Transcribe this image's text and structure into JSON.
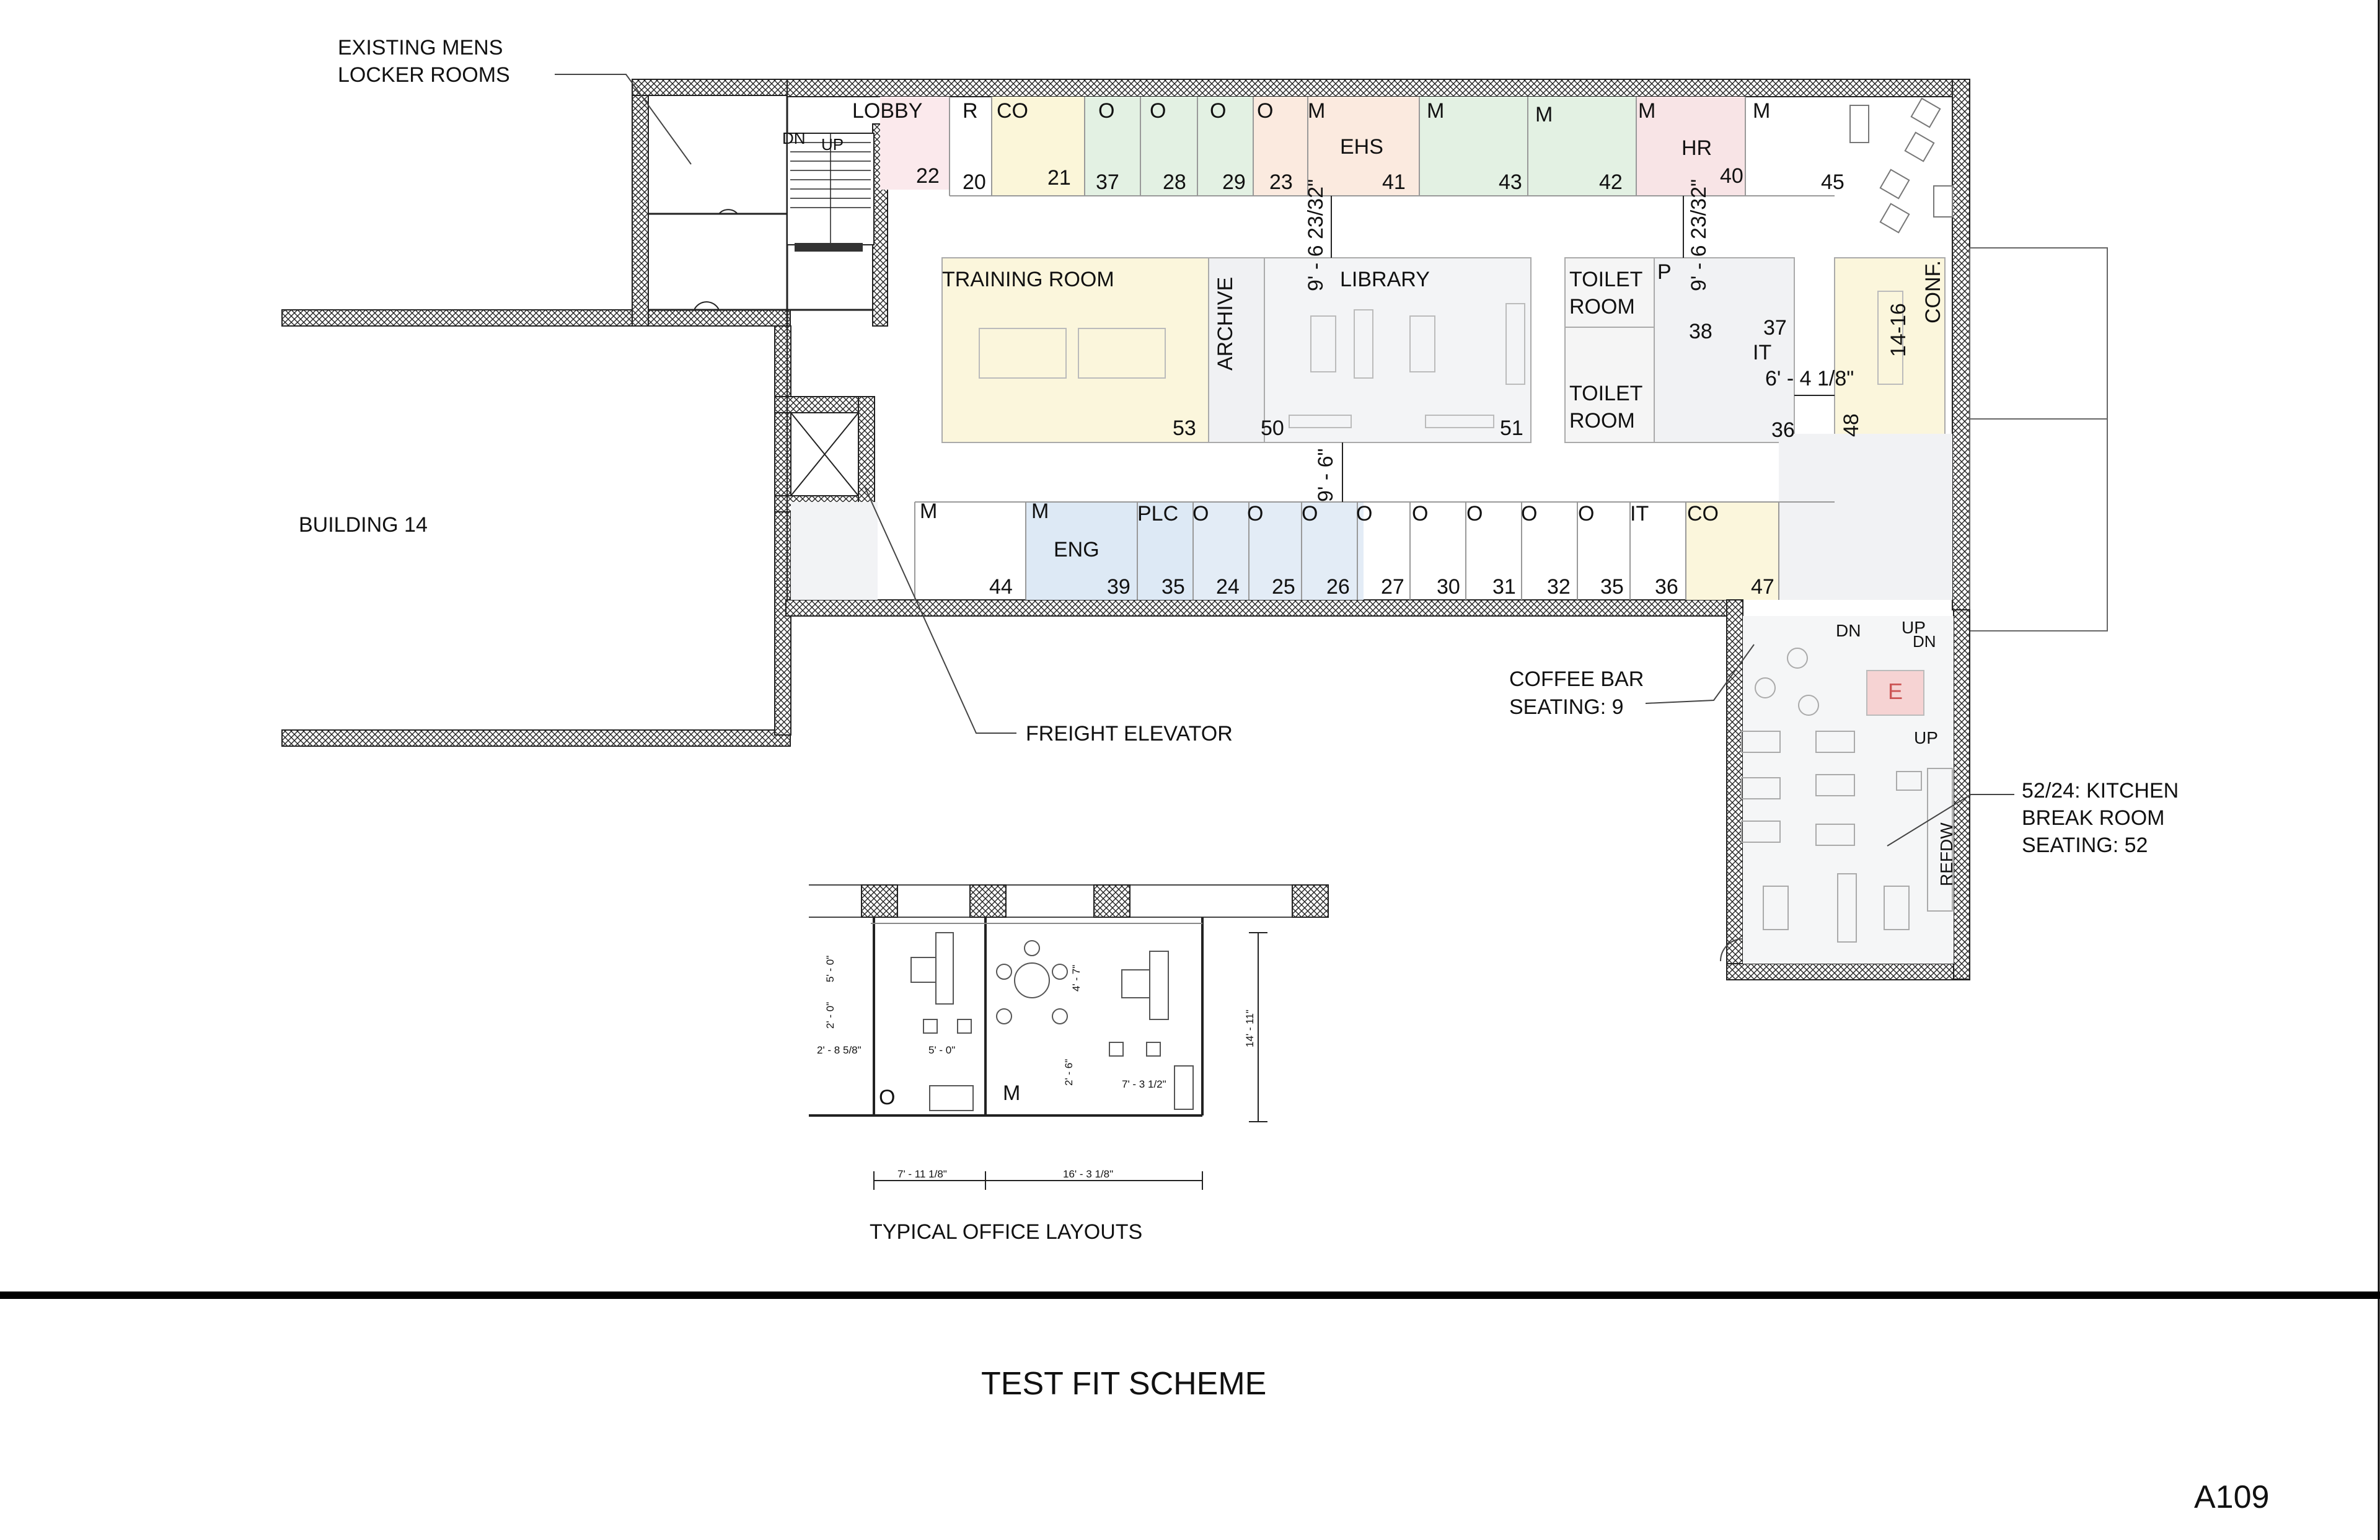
{
  "sheet": {
    "title": "TEST FIT SCHEME",
    "number": "A109"
  },
  "callouts": {
    "locker": [
      "EXISTING MENS",
      "LOCKER ROOMS"
    ],
    "building": "BUILDING 14",
    "freight": "FREIGHT ELEVATOR",
    "coffee": [
      "COFFEE BAR",
      "SEATING: 9"
    ],
    "kitchen": [
      "52/24: KITCHEN",
      "BREAK ROOM",
      "SEATING: 52"
    ],
    "typical": "TYPICAL OFFICE LAYOUTS"
  },
  "rooms_north": [
    {
      "label": "LOBBY",
      "number": "22"
    },
    {
      "label": "R",
      "number": "20"
    },
    {
      "label": "CO",
      "number": "21"
    },
    {
      "label": "O",
      "number": "37"
    },
    {
      "label": "O",
      "number": "28"
    },
    {
      "label": "O",
      "number": "29"
    },
    {
      "label": "O",
      "number": "23"
    },
    {
      "label": "M",
      "number": "41"
    },
    {
      "label": "EHS",
      "number": ""
    },
    {
      "label": "M",
      "number": "43"
    },
    {
      "label": "M",
      "number": "42"
    },
    {
      "label": "M",
      "number": ""
    },
    {
      "label": "HR",
      "number": "40"
    },
    {
      "label": "M",
      "number": "45"
    }
  ],
  "rooms_core": [
    {
      "label": "TRAINING ROOM",
      "number": "53"
    },
    {
      "label": "ARCHIVE",
      "number": "50"
    },
    {
      "label": "LIBRARY",
      "number": "51"
    },
    {
      "label": "TOILET",
      "label2": "ROOM",
      "number": ""
    },
    {
      "label": "TOILET",
      "label2": "ROOM",
      "number": ""
    },
    {
      "label": "P",
      "number": "38"
    },
    {
      "label": "IT",
      "number": "37"
    },
    {
      "label": "",
      "number": "36"
    },
    {
      "label": "CONF.",
      "number": "48"
    },
    {
      "label": "14-16",
      "number": ""
    }
  ],
  "rooms_south": [
    {
      "label": "M",
      "number": "44"
    },
    {
      "label": "M",
      "number": "39"
    },
    {
      "label": "ENG",
      "number": ""
    },
    {
      "label": "PLC",
      "number": "35"
    },
    {
      "label": "O",
      "number": "24"
    },
    {
      "label": "O",
      "number": "25"
    },
    {
      "label": "O",
      "number": "26"
    },
    {
      "label": "O",
      "number": "27"
    },
    {
      "label": "O",
      "number": "30"
    },
    {
      "label": "O",
      "number": "31"
    },
    {
      "label": "O",
      "number": "32"
    },
    {
      "label": "O",
      "number": "35"
    },
    {
      "label": "IT",
      "number": "36"
    },
    {
      "label": "CO",
      "number": "47"
    }
  ],
  "misc_labels": {
    "dn": "DN",
    "up": "UP",
    "e": "E",
    "refdw": "REFDW"
  },
  "dimensions": {
    "d1": "9' - 6 23/32\"",
    "d2": "9' - 6 23/32\"",
    "d3": "9' - 6\"",
    "d4": "6' - 4 1/8\"",
    "o_width": "7' - 11 1/8\"",
    "m_width": "16' - 3 1/8\"",
    "depth": "14' - 11\"",
    "o_desk": "5' - 0\"",
    "o_side": "2' - 8 5/8\"",
    "o_v1": "5' - 0\"",
    "o_v2": "2' - 0\"",
    "m_v1": "4' - 7\"",
    "m_v2": "2' - 6\"",
    "m_desk": "7' - 3 1/2\"",
    "o_tag": "O",
    "m_tag": "M"
  },
  "colors": {
    "lobby": "#fbe9ec",
    "co": "#fbf6d9",
    "office_green": "#e3f1e3",
    "ehs": "#fbeadf",
    "m_green": "#e3f1e3",
    "hr": "#f8e4e6",
    "training": "#fbf6dc",
    "archive": "#f0f1f3",
    "eng": "#dde9f5",
    "conf": "#fbf6dc",
    "hatch": "#1a1a1a"
  }
}
